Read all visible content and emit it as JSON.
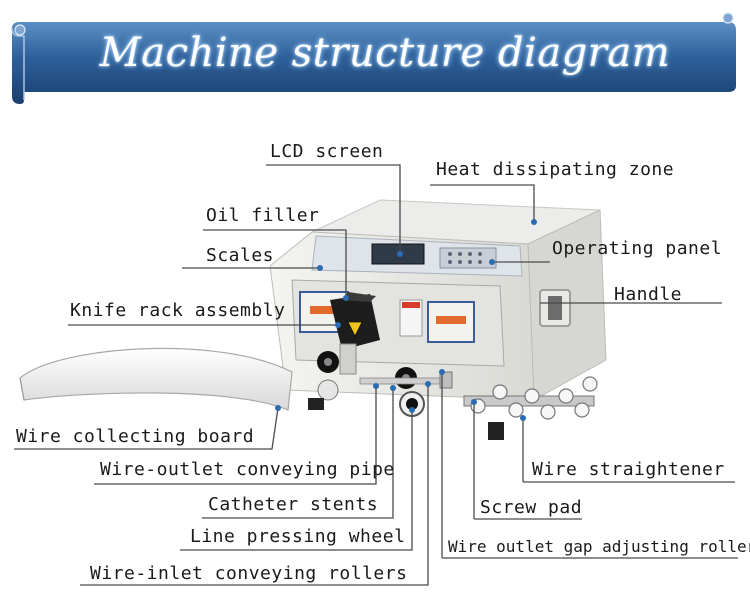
{
  "banner": {
    "title": "Machine structure diagram"
  },
  "colors": {
    "banner_dark": "#1e4d84",
    "banner_light": "#3c74ad",
    "line": "#4a4a4a",
    "dot": "#2b6cb0"
  },
  "labels": {
    "lcd_screen": "LCD screen",
    "heat_zone": "Heat dissipating zone",
    "oil_filler": "Oil filler",
    "operating_panel": "Operating panel",
    "scales": "Scales",
    "handle": "Handle",
    "knife_rack": "Knife rack assembly",
    "wire_collecting_board": "Wire collecting board",
    "wire_straightener": "Wire straightener",
    "wire_outlet_pipe": "Wire-outlet conveying pipe",
    "screw_pad": "Screw pad",
    "catheter_stents": "Catheter stents",
    "gap_rollers": "Wire outlet gap adjusting rollers",
    "line_pressing_wheel": "Line pressing wheel",
    "inlet_rollers": "Wire-inlet conveying rollers"
  }
}
